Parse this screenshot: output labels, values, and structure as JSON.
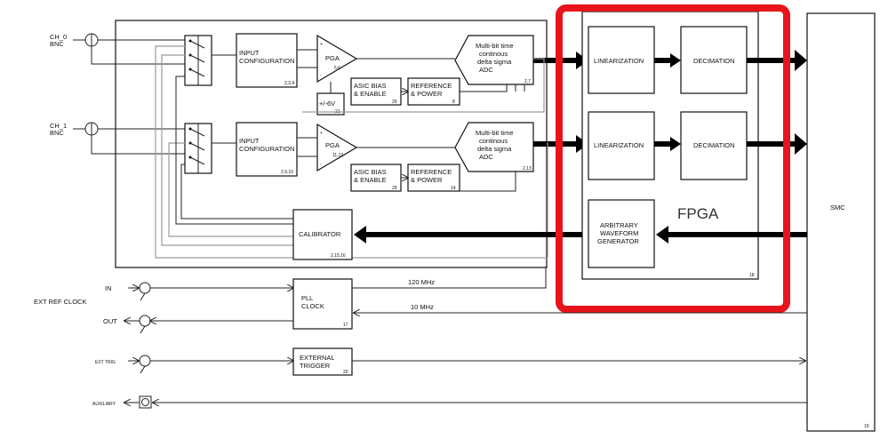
{
  "inputs": {
    "ch0": [
      "CH_0",
      "BNC"
    ],
    "ch1": [
      "CH_1",
      "BNC"
    ],
    "ext_ref_clock": "EXT REF CLOCK",
    "in": "IN",
    "out": "OUT",
    "ext_trig": "EXT TRIG",
    "auxiliary": "AUXILIARY"
  },
  "blocks": {
    "input_config_0": {
      "lines": [
        "INPUT",
        "CONFIGURATION"
      ],
      "ref": "2,3,4"
    },
    "input_config_1": {
      "lines": [
        "INPUT",
        "CONFIGURATION"
      ],
      "ref": "2,9,10"
    },
    "pga_0": {
      "label": "PGA",
      "ref": "5,6"
    },
    "pga_1": {
      "label": "PGA",
      "ref": "11,12"
    },
    "supply": {
      "label": "+/-6V",
      "ref": "21"
    },
    "asic_bias_0": {
      "lines": [
        "ASIC BIAS",
        "& ENABLE"
      ],
      "ref": "29"
    },
    "asic_bias_1": {
      "lines": [
        "ASIC BIAS",
        "& ENABLE"
      ],
      "ref": "29"
    },
    "ref_power_0": {
      "lines": [
        "REFERENCE",
        "& POWER"
      ],
      "ref": "8"
    },
    "ref_power_1": {
      "lines": [
        "REFERENCE",
        "& POWER"
      ],
      "ref": "14"
    },
    "adc_0": {
      "lines": [
        "Multi-bit time",
        "continous",
        "delta sigma",
        "ADC"
      ],
      "ref": "2,7"
    },
    "adc_1": {
      "lines": [
        "Multi-bit time",
        "continous",
        "delta sigma",
        "ADC"
      ],
      "ref": "2,13"
    },
    "calibrator": {
      "label": "CALIBRATOR",
      "ref": "2,15,16"
    },
    "pll_clock": {
      "lines": [
        "PLL",
        "CLOCK"
      ],
      "ref": "17"
    },
    "external_trigger": {
      "lines": [
        "EXTERNAL",
        "TRIGGER"
      ],
      "ref": "20"
    },
    "linearization_0": "LINEARIZATION",
    "linearization_1": "LINEARIZATION",
    "decimation_0": "DECIMATION",
    "decimation_1": "DECIMATION",
    "awg": [
      "ARBITRARY",
      "WAVEFORM",
      "GENERATOR"
    ],
    "fpga": {
      "label": "FPGA",
      "ref": "18"
    },
    "smc": {
      "label": "SMC",
      "ref": "19"
    }
  },
  "signals": {
    "clk_120": "120 MHz",
    "clk_10": "10 MHz"
  },
  "colors": {
    "highlight": "#e8141c",
    "ink": "#111111",
    "secondary_line": "#9a9a9a"
  }
}
